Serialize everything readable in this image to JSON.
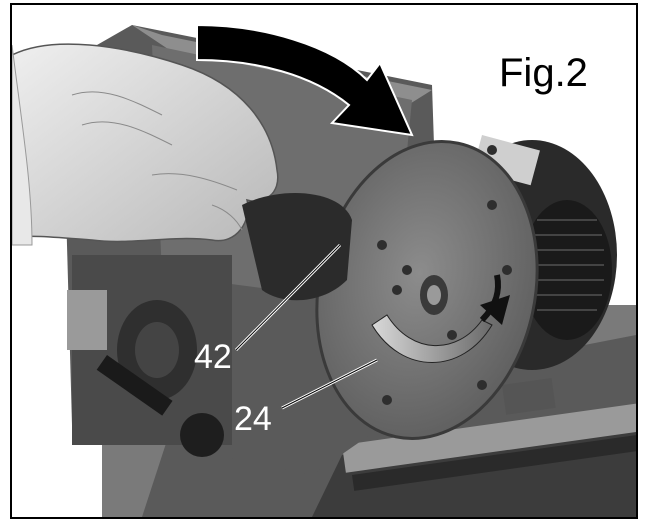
{
  "figure": {
    "label": "Fig.2",
    "callouts": [
      {
        "id": "42",
        "text": "42"
      },
      {
        "id": "24",
        "text": "24"
      }
    ]
  }
}
